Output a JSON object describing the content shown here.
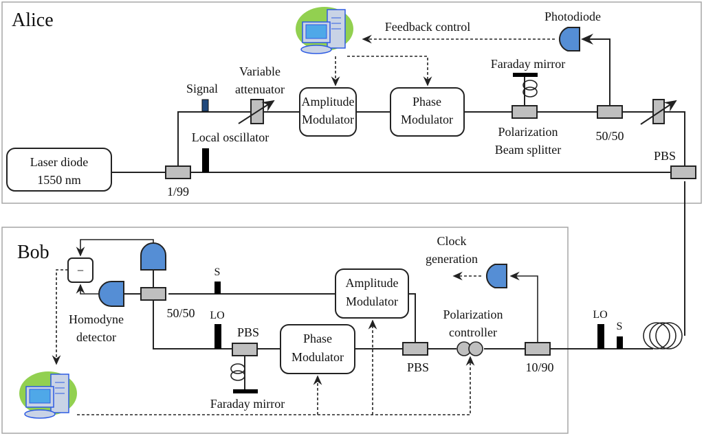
{
  "alice": {
    "title": "Alice",
    "laser": {
      "line1": "Laser diode",
      "line2": "1550 nm"
    },
    "coupler_1_99": "1/99",
    "signal": "Signal",
    "local_oscillator": "Local  oscillator",
    "variable_attenuator": {
      "line1": "Variable",
      "line2": "attenuator"
    },
    "amplitude_modulator": {
      "line1": "Amplitude",
      "line2": "Modulator"
    },
    "phase_modulator": {
      "line1": "Phase",
      "line2": "Modulator"
    },
    "feedback_control": "Feedback  control",
    "photodiode": "Photodiode",
    "faraday_mirror": "Faraday  mirror",
    "pbs_full": {
      "line1": "Polarization",
      "line2": "Beam  splitter"
    },
    "coupler_50_50": "50/50",
    "pbs": "PBS"
  },
  "bob": {
    "title": "Bob",
    "subtractor": "−",
    "homodyne": {
      "line1": "Homodyne",
      "line2": "detector"
    },
    "coupler_50_50": "50/50",
    "s": "S",
    "lo": "LO",
    "pbs_left": "PBS",
    "faraday_mirror": "Faraday  mirror",
    "phase_modulator": {
      "line1": "Phase",
      "line2": "Modulator"
    },
    "amplitude_modulator": {
      "line1": "Amplitude",
      "line2": "Modulator"
    },
    "pbs_right": "PBS",
    "polarization_controller": {
      "line1": "Polarization",
      "line2": "controller"
    },
    "clock_generation": {
      "line1": "Clock",
      "line2": "generation"
    },
    "coupler_10_90": "10/90"
  },
  "channel": {
    "lo": "LO",
    "s": "S"
  },
  "colors": {
    "photodiode": "#558ed5",
    "coupler": "#bfbfbf",
    "signal_pulse": "#1f497d",
    "pc_screen_bg": "#92d050"
  }
}
